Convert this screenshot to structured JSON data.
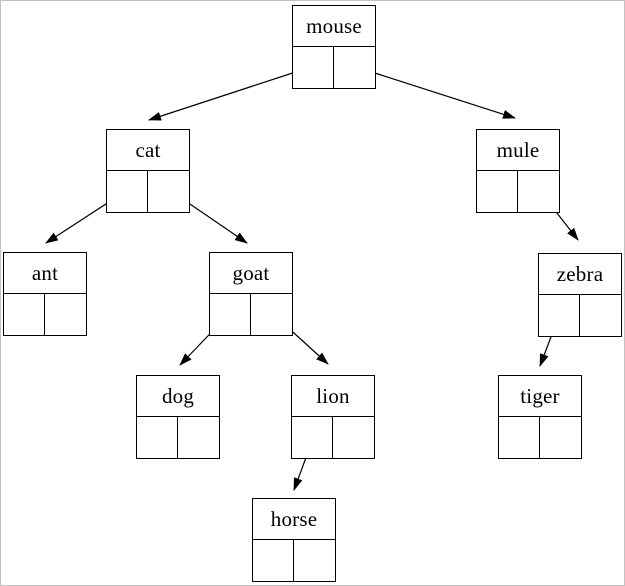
{
  "figure": {
    "kind": "binary-tree-linked-node-diagram",
    "background_color": "#ffffff",
    "frame_border_color": "#c2c2c2",
    "node_border_color": "#000000",
    "arrow_color": "#000000",
    "text_color": "#000000"
  },
  "tree": {
    "root": "mouse",
    "nodes": [
      {
        "id": "mouse",
        "label": "mouse",
        "left_child": "cat",
        "right_child": "mule"
      },
      {
        "id": "cat",
        "label": "cat",
        "left_child": "ant",
        "right_child": "goat"
      },
      {
        "id": "mule",
        "label": "mule",
        "left_child": null,
        "right_child": "zebra"
      },
      {
        "id": "ant",
        "label": "ant",
        "left_child": null,
        "right_child": null
      },
      {
        "id": "goat",
        "label": "goat",
        "left_child": "dog",
        "right_child": "lion"
      },
      {
        "id": "zebra",
        "label": "zebra",
        "left_child": "tiger",
        "right_child": null
      },
      {
        "id": "dog",
        "label": "dog",
        "left_child": null,
        "right_child": null
      },
      {
        "id": "lion",
        "label": "lion",
        "left_child": "horse",
        "right_child": null
      },
      {
        "id": "tiger",
        "label": "tiger",
        "left_child": null,
        "right_child": null
      },
      {
        "id": "horse",
        "label": "horse",
        "left_child": null,
        "right_child": null
      }
    ],
    "edges": [
      {
        "from": "mouse",
        "pointer": "left",
        "to": "cat"
      },
      {
        "from": "mouse",
        "pointer": "right",
        "to": "mule"
      },
      {
        "from": "cat",
        "pointer": "left",
        "to": "ant"
      },
      {
        "from": "cat",
        "pointer": "right",
        "to": "goat"
      },
      {
        "from": "goat",
        "pointer": "left",
        "to": "dog"
      },
      {
        "from": "goat",
        "pointer": "right",
        "to": "lion"
      },
      {
        "from": "mule",
        "pointer": "right",
        "to": "zebra"
      },
      {
        "from": "zebra",
        "pointer": "left",
        "to": "tiger"
      },
      {
        "from": "lion",
        "pointer": "left",
        "to": "horse"
      }
    ]
  }
}
